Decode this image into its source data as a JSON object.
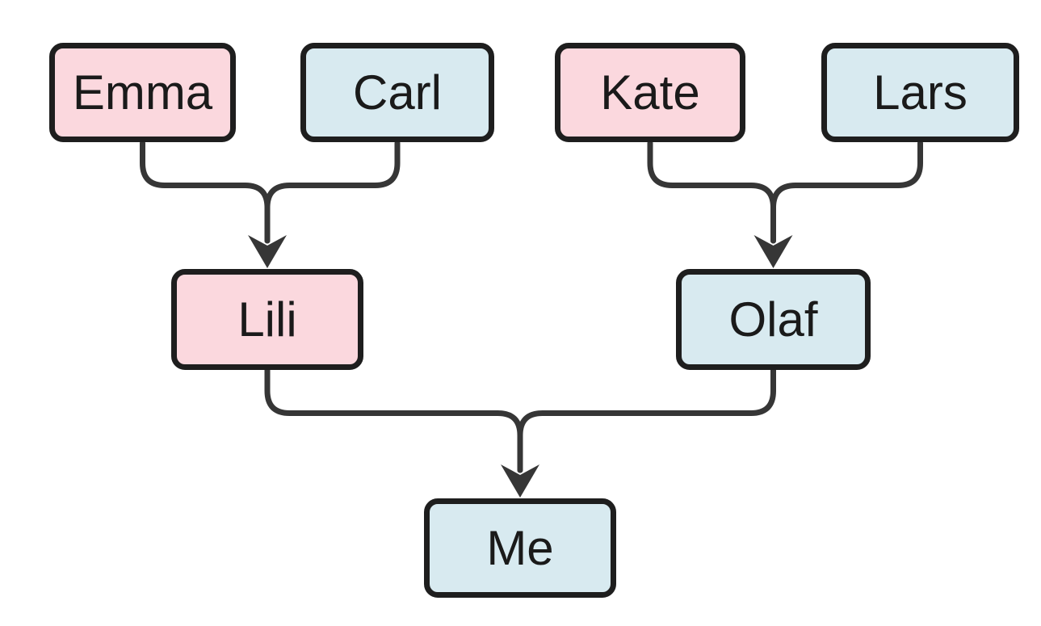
{
  "diagram": {
    "kind": "family-tree",
    "background": "#ffffff"
  },
  "colors": {
    "pink_fill": "#fbd8de",
    "blue_fill": "#d8eaf0",
    "node_border": "#1e1e1e",
    "node_text": "#1a1a1a",
    "edge_line": "#363636"
  },
  "nodes": [
    {
      "id": "emma",
      "label": "Emma",
      "variant": "pink",
      "row": "grandparents"
    },
    {
      "id": "carl",
      "label": "Carl",
      "variant": "blue",
      "row": "grandparents"
    },
    {
      "id": "kate",
      "label": "Kate",
      "variant": "pink",
      "row": "grandparents"
    },
    {
      "id": "lars",
      "label": "Lars",
      "variant": "blue",
      "row": "grandparents"
    },
    {
      "id": "lili",
      "label": "Lili",
      "variant": "pink",
      "row": "parents"
    },
    {
      "id": "olaf",
      "label": "Olaf",
      "variant": "blue",
      "row": "parents"
    },
    {
      "id": "me",
      "label": "Me",
      "variant": "blue",
      "row": "self"
    }
  ],
  "edges": [
    {
      "from": "Emma",
      "to": "Lili"
    },
    {
      "from": "Carl",
      "to": "Lili"
    },
    {
      "from": "Kate",
      "to": "Olaf"
    },
    {
      "from": "Lars",
      "to": "Olaf"
    },
    {
      "from": "Lili",
      "to": "Me"
    },
    {
      "from": "Olaf",
      "to": "Me"
    }
  ]
}
